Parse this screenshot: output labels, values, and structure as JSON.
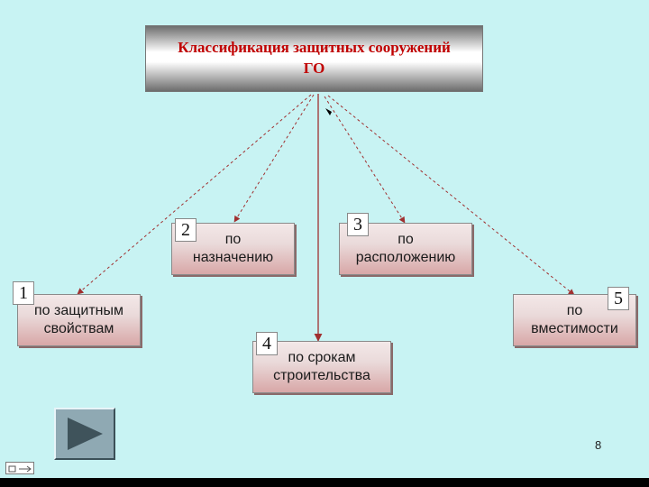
{
  "title": "Классификация защитных сооружений\nГО",
  "categories": [
    {
      "id": "1",
      "label": "по защитным\nсвойствам"
    },
    {
      "id": "2",
      "label": "по\nназначению"
    },
    {
      "id": "3",
      "label": "по\nрасположению"
    },
    {
      "id": "4",
      "label": "по срокам\nстроительства"
    },
    {
      "id": "5",
      "label": "по\nвместимости"
    }
  ],
  "page_number": "8",
  "icons": {
    "next": "play-triangle-icon",
    "nav": "slide-nav-icon"
  },
  "colors": {
    "background": "#c8f3f3",
    "title_text": "#c00000",
    "arrow": "#a03030",
    "play_button": "#8fa9b3",
    "play_triangle": "#3f535b"
  }
}
